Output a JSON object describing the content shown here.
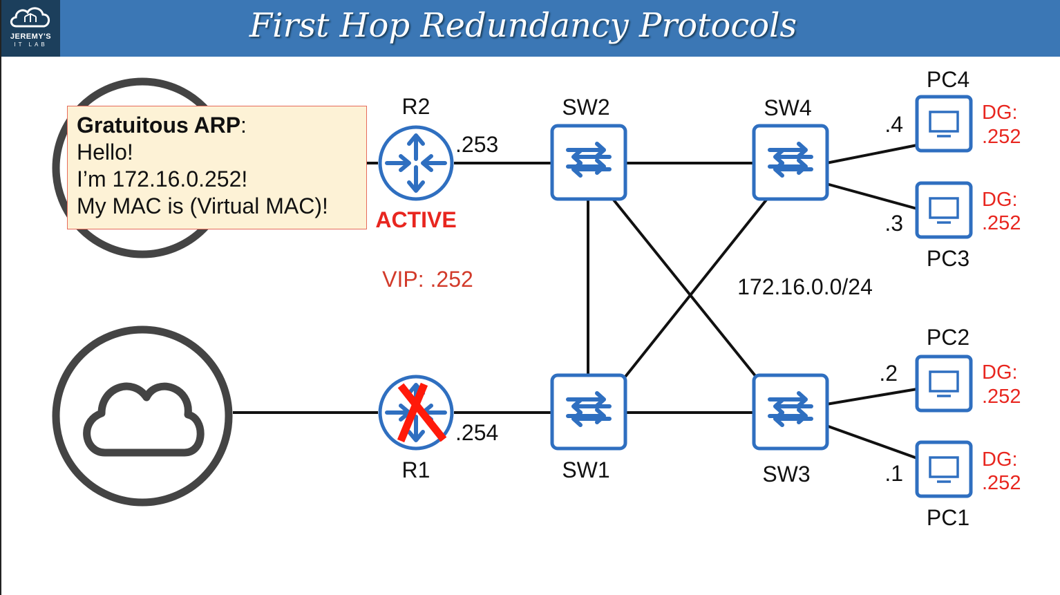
{
  "header": {
    "title": "First Hop Redundancy Protocols",
    "logo_line1": "JEREMY'S",
    "logo_line2": "IT LAB"
  },
  "routers": {
    "r2": {
      "label": "R2",
      "ip": ".253",
      "state": "ACTIVE"
    },
    "r1": {
      "label": "R1",
      "ip": ".254",
      "status": "failed"
    }
  },
  "vip": "VIP: .252",
  "switches": {
    "sw1": "SW1",
    "sw2": "SW2",
    "sw3": "SW3",
    "sw4": "SW4"
  },
  "subnet": "172.16.0.0/24",
  "pcs": [
    {
      "label": "PC4",
      "ip": ".4",
      "dg_line1": "DG:",
      "dg_line2": ".252"
    },
    {
      "label": "PC3",
      "ip": ".3",
      "dg_line1": "DG:",
      "dg_line2": ".252"
    },
    {
      "label": "PC2",
      "ip": ".2",
      "dg_line1": "DG:",
      "dg_line2": ".252"
    },
    {
      "label": "PC1",
      "ip": ".1",
      "dg_line1": "DG:",
      "dg_line2": ".252"
    }
  ],
  "callout": {
    "title": "Gratuitous ARP",
    "title_suffix": ":",
    "line1": "Hello!",
    "line2": "I’m 172.16.0.252!",
    "line3": "My MAC is (Virtual MAC)!"
  },
  "icons": [
    "cloud-icon",
    "router-icon",
    "switch-icon",
    "pc-icon",
    "failure-x-icon"
  ],
  "colors": {
    "header": "#3b77b5",
    "logo_bg": "#1c3f5c",
    "device": "#2f6fc0",
    "alert": "#e8261f",
    "callout_bg": "#fdf2d6"
  }
}
